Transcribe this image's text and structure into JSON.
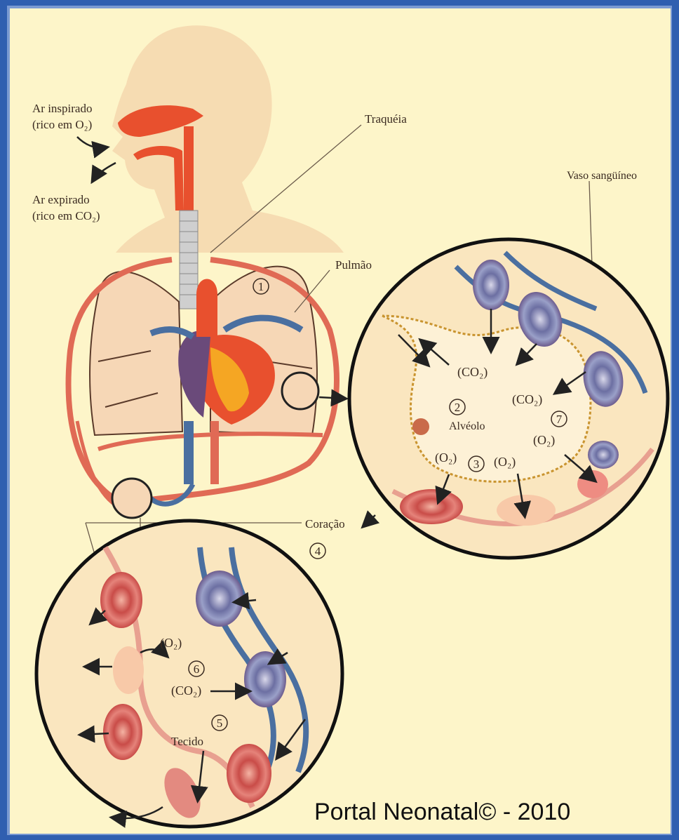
{
  "labels": {
    "air_in_line1": "Ar inspirado",
    "air_in_line2": "(rico em O₂)",
    "air_out_line1": "Ar expirado",
    "air_out_line2": "(rico em CO₂)",
    "trachea": "Traquéia",
    "blood_vessel": "Vaso sangüíneo",
    "lung": "Pulmão",
    "alveolus": "Alvéolo",
    "heart": "Coração",
    "tissue": "Tecido"
  },
  "numbers": {
    "n1": "1",
    "n2": "2",
    "n3": "3",
    "n4": "4",
    "n5": "5",
    "n6": "6",
    "n7": "7"
  },
  "gases": {
    "co2_a": "(CO₂)",
    "co2_b": "(CO₂)",
    "o2_a": "(O₂)",
    "o2_b": "(O₂)",
    "o2_c": "(O₂)",
    "o2_d": "(O₂)",
    "co2_c": "(CO₂)"
  },
  "credit": "Portal Neonatal© - 2010",
  "colors": {
    "background": "#fdf5c9",
    "frame": "#2f5fb0",
    "artery": "#e06a55",
    "vein": "#4a6fa0",
    "skin": "#f6dcb2"
  }
}
